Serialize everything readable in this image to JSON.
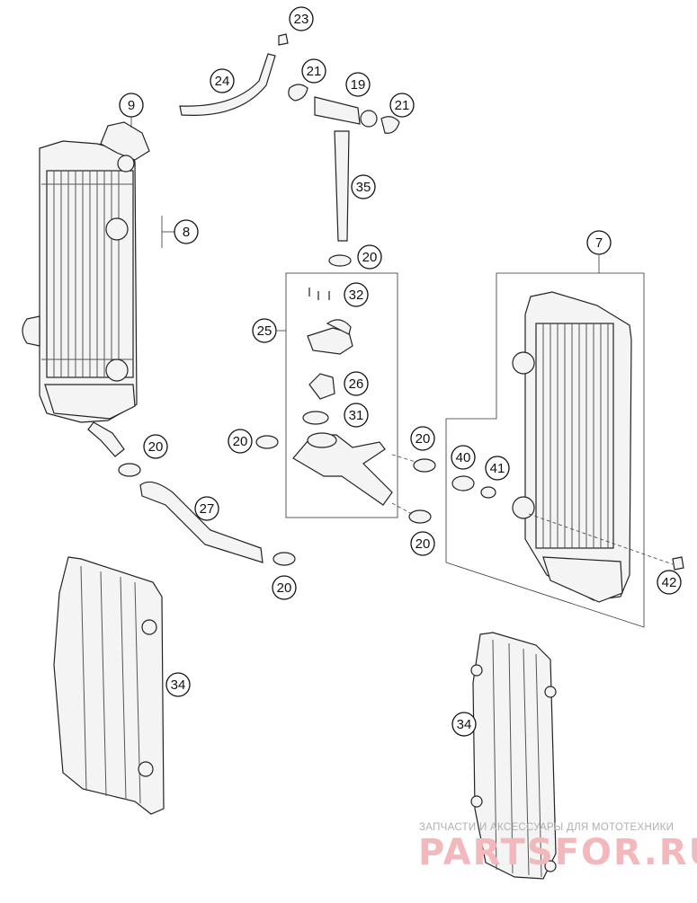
{
  "diagram": {
    "callouts": {
      "c7": "7",
      "c8": "8",
      "c9": "9",
      "c19": "19",
      "c20": "20",
      "c21": "21",
      "c23": "23",
      "c24": "24",
      "c25": "25",
      "c26": "26",
      "c27": "27",
      "c31": "31",
      "c32": "32",
      "c34": "34",
      "c35": "35",
      "c40": "40",
      "c41": "41",
      "c42": "42"
    }
  },
  "watermark": {
    "line1": "ЗАПЧАСТИ И АКСЕССУАРЫ ДЛЯ МОТОТЕХНИКИ",
    "logo": "PARTSFOR.RU",
    "color": "#e8323c"
  }
}
